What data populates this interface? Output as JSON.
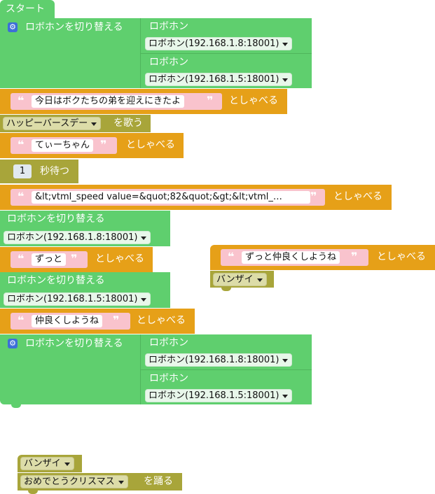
{
  "start_label": "スタート",
  "switch_label": "ロボホンを切り替える",
  "robohon_label": "ロボホン",
  "speak_label": "としゃべる",
  "sing_label": "を歌う",
  "wait_label": "秒待つ",
  "dance_label": "を踊る",
  "devices": {
    "d18": "ロボホン(192.168.1.8:18001)",
    "d15": "ロボホン(192.168.1.5:18001)"
  },
  "speech": {
    "s1": "今日はボクたちの弟を迎えにきたよ",
    "s2": "てぃーちゃん",
    "s3": "&lt;vtml_speed value=&quot;82&quot;&gt;&lt;vtml_…",
    "s4": "ずっと",
    "s5": "仲良くしようね",
    "s6": "ずっと仲良くしようね"
  },
  "song": "ハッピーバースデー",
  "wait_seconds": "1",
  "banzai": "バンザイ",
  "dance": "おめでとうクリスマス",
  "colors": {
    "robot": "#5fcf6e",
    "speech": "#e6a018",
    "motion": "#a8a53a",
    "string_field": "#f9c3cd"
  }
}
